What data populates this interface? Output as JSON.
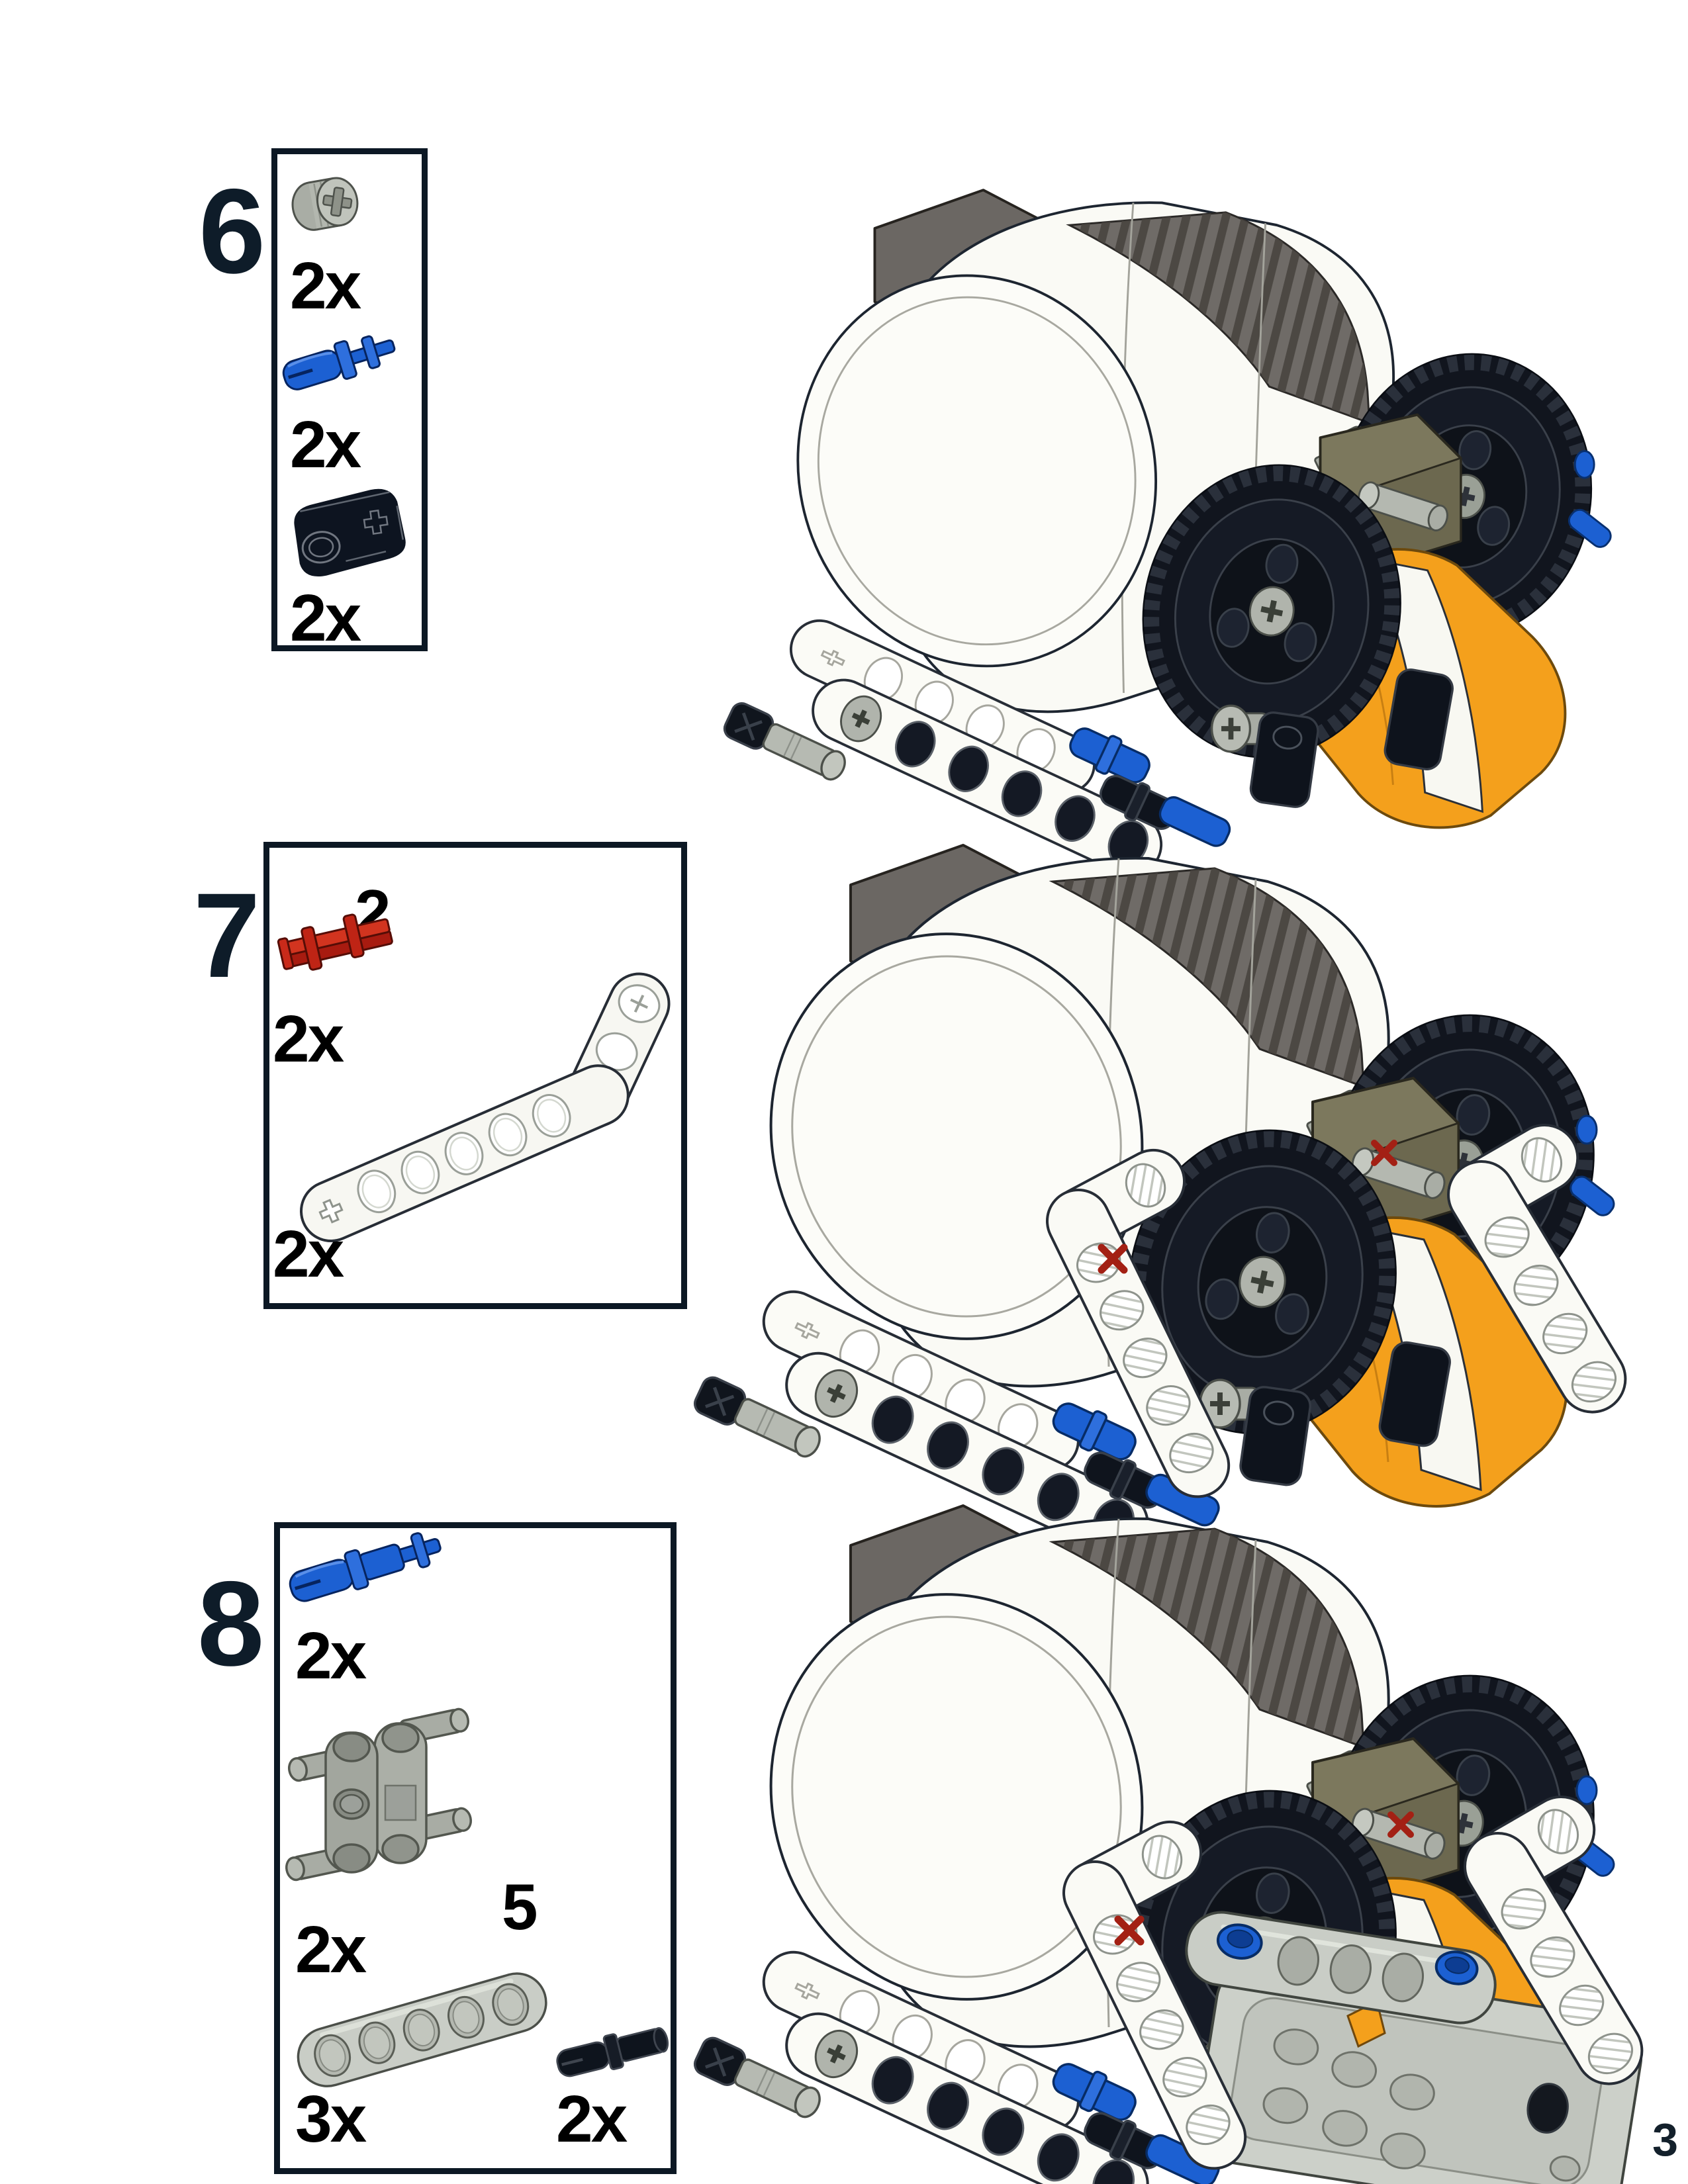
{
  "page": {
    "number": "3",
    "background": "#ffffff"
  },
  "palette": {
    "ink": "#0e1c29",
    "count_text": "#000000",
    "box_border": "#0c1824",
    "part_red": "#c5281b",
    "part_blue": "#1c60d2",
    "part_gray": "#b2b6ae",
    "part_black": "#0e141d",
    "motor_orange": "#f4a01c",
    "motor_white": "#fafaf5",
    "wheel_black": "#11151e",
    "gearbox_olive": "#7c785d"
  },
  "steps": [
    {
      "number": "6",
      "parts": [
        {
          "name": "half-bushing",
          "count": "2x"
        },
        {
          "name": "blue-axle-pin",
          "count": "2x"
        },
        {
          "name": "black-cross-block",
          "count": "2x"
        }
      ]
    },
    {
      "number": "7",
      "parts": [
        {
          "name": "red-axle-2",
          "count": "2x",
          "length_label": "2"
        },
        {
          "name": "white-angled-beam-7",
          "count": "2x"
        }
      ]
    },
    {
      "number": "8",
      "parts": [
        {
          "name": "blue-long-pin",
          "count": "2x"
        },
        {
          "name": "gray-cross-block",
          "count": "2x"
        },
        {
          "name": "gray-beam-5",
          "count": "3x",
          "length_label": "5"
        },
        {
          "name": "black-pin",
          "count": "2x"
        }
      ]
    }
  ]
}
